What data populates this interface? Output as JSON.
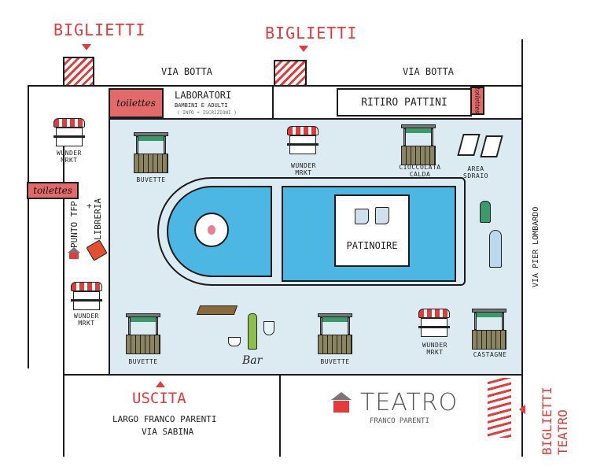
{
  "tickets": {
    "label": "BIGLIETTI",
    "teatro_label": "BIGLIETTI TEATRO",
    "color": "#e33a3a"
  },
  "streets": {
    "via_botta": "VIA BOTTA",
    "via_pier_lombardo": "VIA PIER LOMBARDO",
    "largo": "LARGO FRANCO PARENTI",
    "via_sabina": "VIA SABINA"
  },
  "toilettes": "toilettes",
  "laboratori": {
    "title": "LABORATORI",
    "sub": "BAMBINI E ADULTI",
    "note": "( INFO + ISCRIZIONI )"
  },
  "ritiro": "RITIRO PATTINI",
  "punto": {
    "line1": "PUNTO TFP",
    "plus": "+",
    "line2": "LIBRERIA"
  },
  "stalls": {
    "buvette": "BUVETTE",
    "wunder": "WUNDER MRKT",
    "cioccolata": "CIOCCOLATA CALDA",
    "area": "AREA SDRAIO",
    "castagne": "CASTAGNE",
    "bar": "Bar"
  },
  "patinoire": "PATINOIRE",
  "uscita": "USCITA",
  "teatro": {
    "title": "TEATRO",
    "sub": "FRANCO PARENTI"
  },
  "colors": {
    "plaza": "#dceaf2",
    "pool": "#4db7e3",
    "red": "#e33a3a"
  }
}
